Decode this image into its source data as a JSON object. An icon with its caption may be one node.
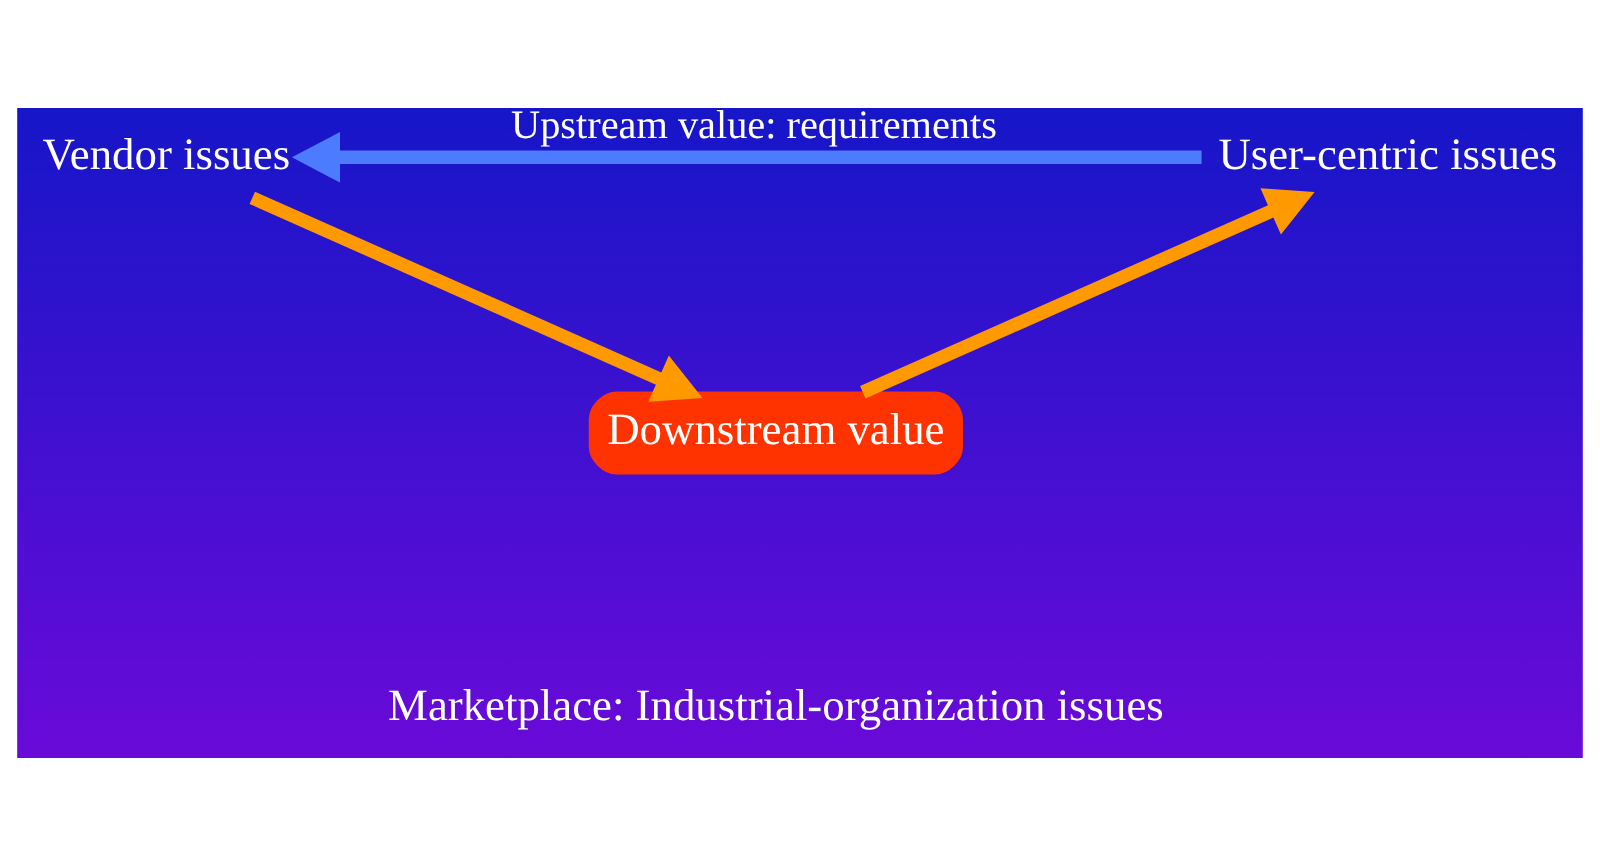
{
  "diagram": {
    "nodes": [
      {
        "text": [
          "Vendor issues"
        ]
      },
      {
        "text": [
          "User-centric issues"
        ]
      },
      {
        "text": [
          "Downstream value"
        ]
      }
    ],
    "edges": [
      {
        "from": 1,
        "to": 0,
        "arrow": "to",
        "label": "Upstream value: requirements",
        "color": "#4d7bff"
      },
      {
        "from": 0,
        "to": 2,
        "arrow": "to",
        "color": "#ff9900"
      },
      {
        "from": 2,
        "to": 1,
        "arrow": "to",
        "color": "#ff9900"
      }
    ],
    "labels": [
      "Marketplace: Industrial-organization issues"
    ]
  }
}
